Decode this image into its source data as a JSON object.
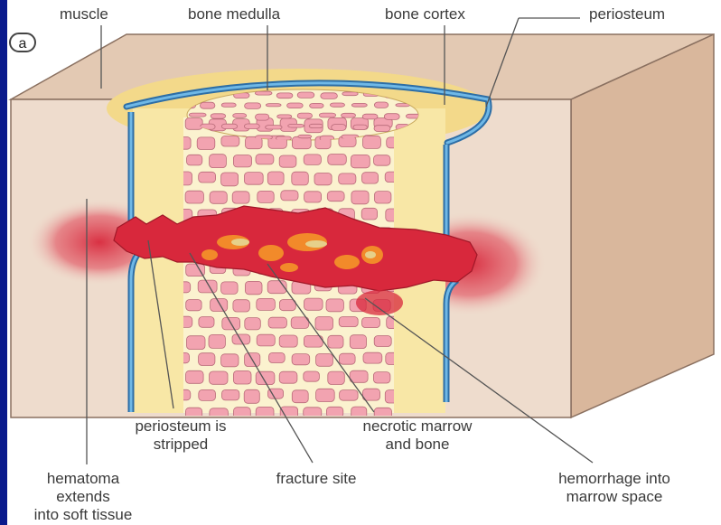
{
  "panel_label": "a",
  "labels": {
    "muscle": "muscle",
    "bone_medulla": "bone medulla",
    "bone_cortex": "bone cortex",
    "periosteum": "periosteum",
    "periosteum_stripped": [
      "periosteum is",
      "stripped"
    ],
    "necrotic": [
      "necrotic marrow",
      "and bone"
    ],
    "hematoma": [
      "hematoma",
      "extends",
      "into soft tissue"
    ],
    "fracture_site": "fracture site",
    "hemorrhage": [
      "hemorrhage into",
      "marrow space"
    ]
  },
  "colors": {
    "background": "#0a1a8c",
    "muscle_front": "#eedccd",
    "muscle_top": "#e3c9b3",
    "muscle_side": "#d9b79c",
    "cortex": "#f8e7a6",
    "periosteum": "#5aa6d8",
    "marrow_cells": "#f2a3b0",
    "hemorrhage": "#d8283c",
    "necrosis": "#f28a2a"
  }
}
